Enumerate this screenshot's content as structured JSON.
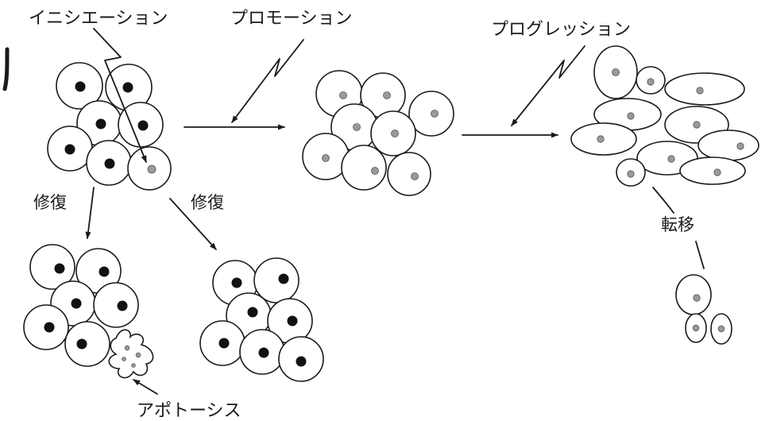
{
  "labels": {
    "initiation": "イニシエーション",
    "promotion": "プロモーション",
    "progression": "プログレッション",
    "repair_left": "修復",
    "repair_right": "修復",
    "metastasis": "転移",
    "apoptosis": "アポトーシス"
  },
  "colors": {
    "ink": "#1a1a1a",
    "background": "#ffffff",
    "nucleus_normal": "#111111",
    "nucleus_altered": "#9a9a9a"
  }
}
